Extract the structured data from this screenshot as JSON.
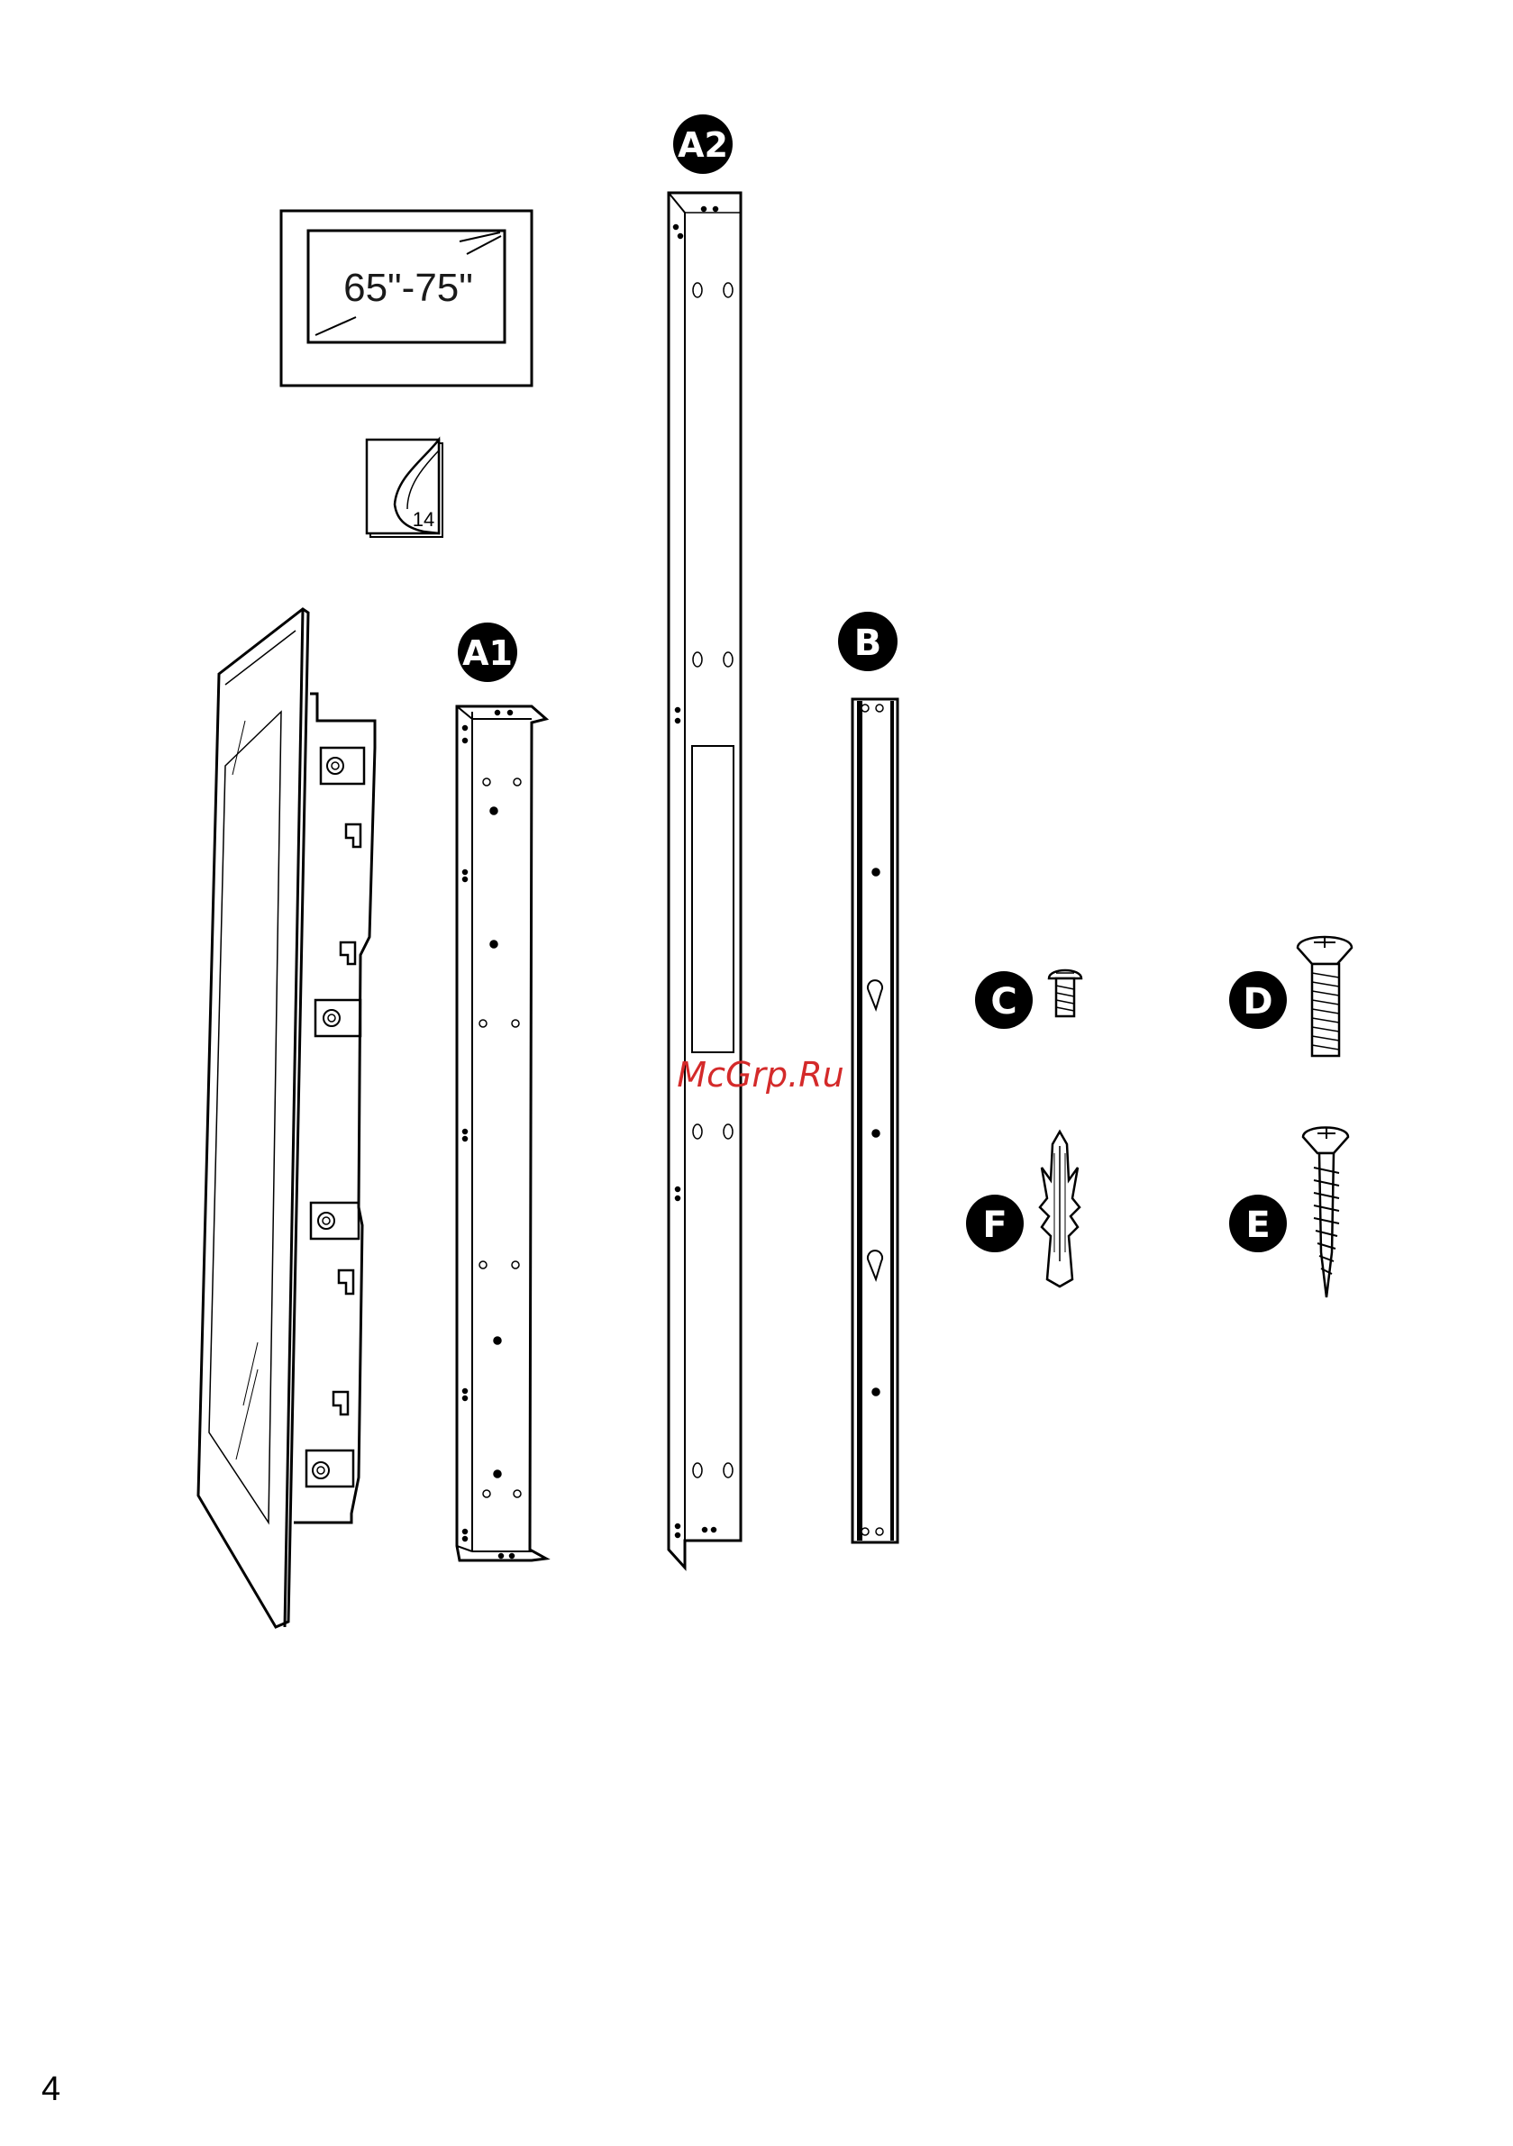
{
  "parts": {
    "a1": "A1",
    "a2": "A2",
    "b": "B",
    "c": "C",
    "d": "D",
    "e": "E",
    "f": "F"
  },
  "tv_size_card": {
    "text": "65\"-75\""
  },
  "manual_icon": {
    "page_ref": "14"
  },
  "watermark": "McGrp.Ru",
  "footer": {
    "page_number": "4"
  },
  "colors": {
    "ink": "#000000",
    "watermark": "#d42a2a",
    "paper": "#ffffff"
  }
}
